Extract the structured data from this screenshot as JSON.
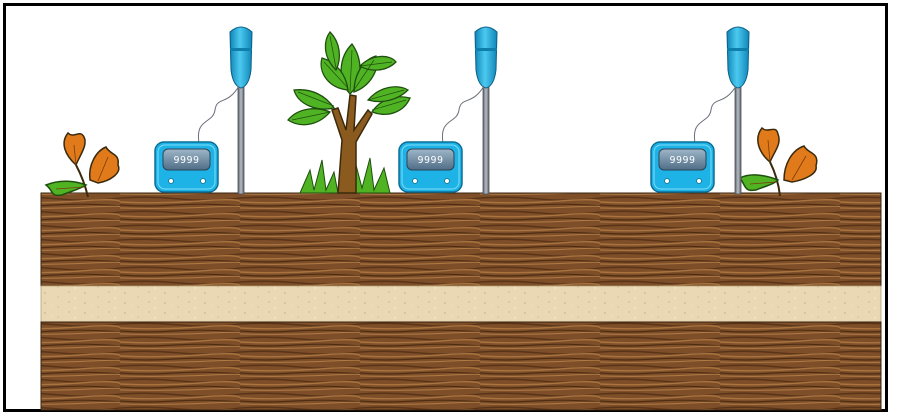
{
  "scene": {
    "meters": [
      {
        "id": "meter-left",
        "reading": "9999"
      },
      {
        "id": "meter-center",
        "reading": "9999"
      },
      {
        "id": "meter-right",
        "reading": "9999"
      }
    ],
    "colors": {
      "soil_dark": "#6b4322",
      "soil_mid": "#8a5a30",
      "soil_light": "#a06a3a",
      "sand": "#e8d8b4",
      "meter_body": "#1eb3e6",
      "meter_screen": "#6f8fa8",
      "probe_handle": "#22a7d8",
      "probe_rod": "#8a8f99",
      "leaf_orange": "#e07a1a",
      "leaf_green": "#4fb323",
      "trunk": "#8a5a1e"
    },
    "icons": [
      "oak-leaf-sprig-icon",
      "tree-icon",
      "meter-icon",
      "probe-icon"
    ]
  }
}
